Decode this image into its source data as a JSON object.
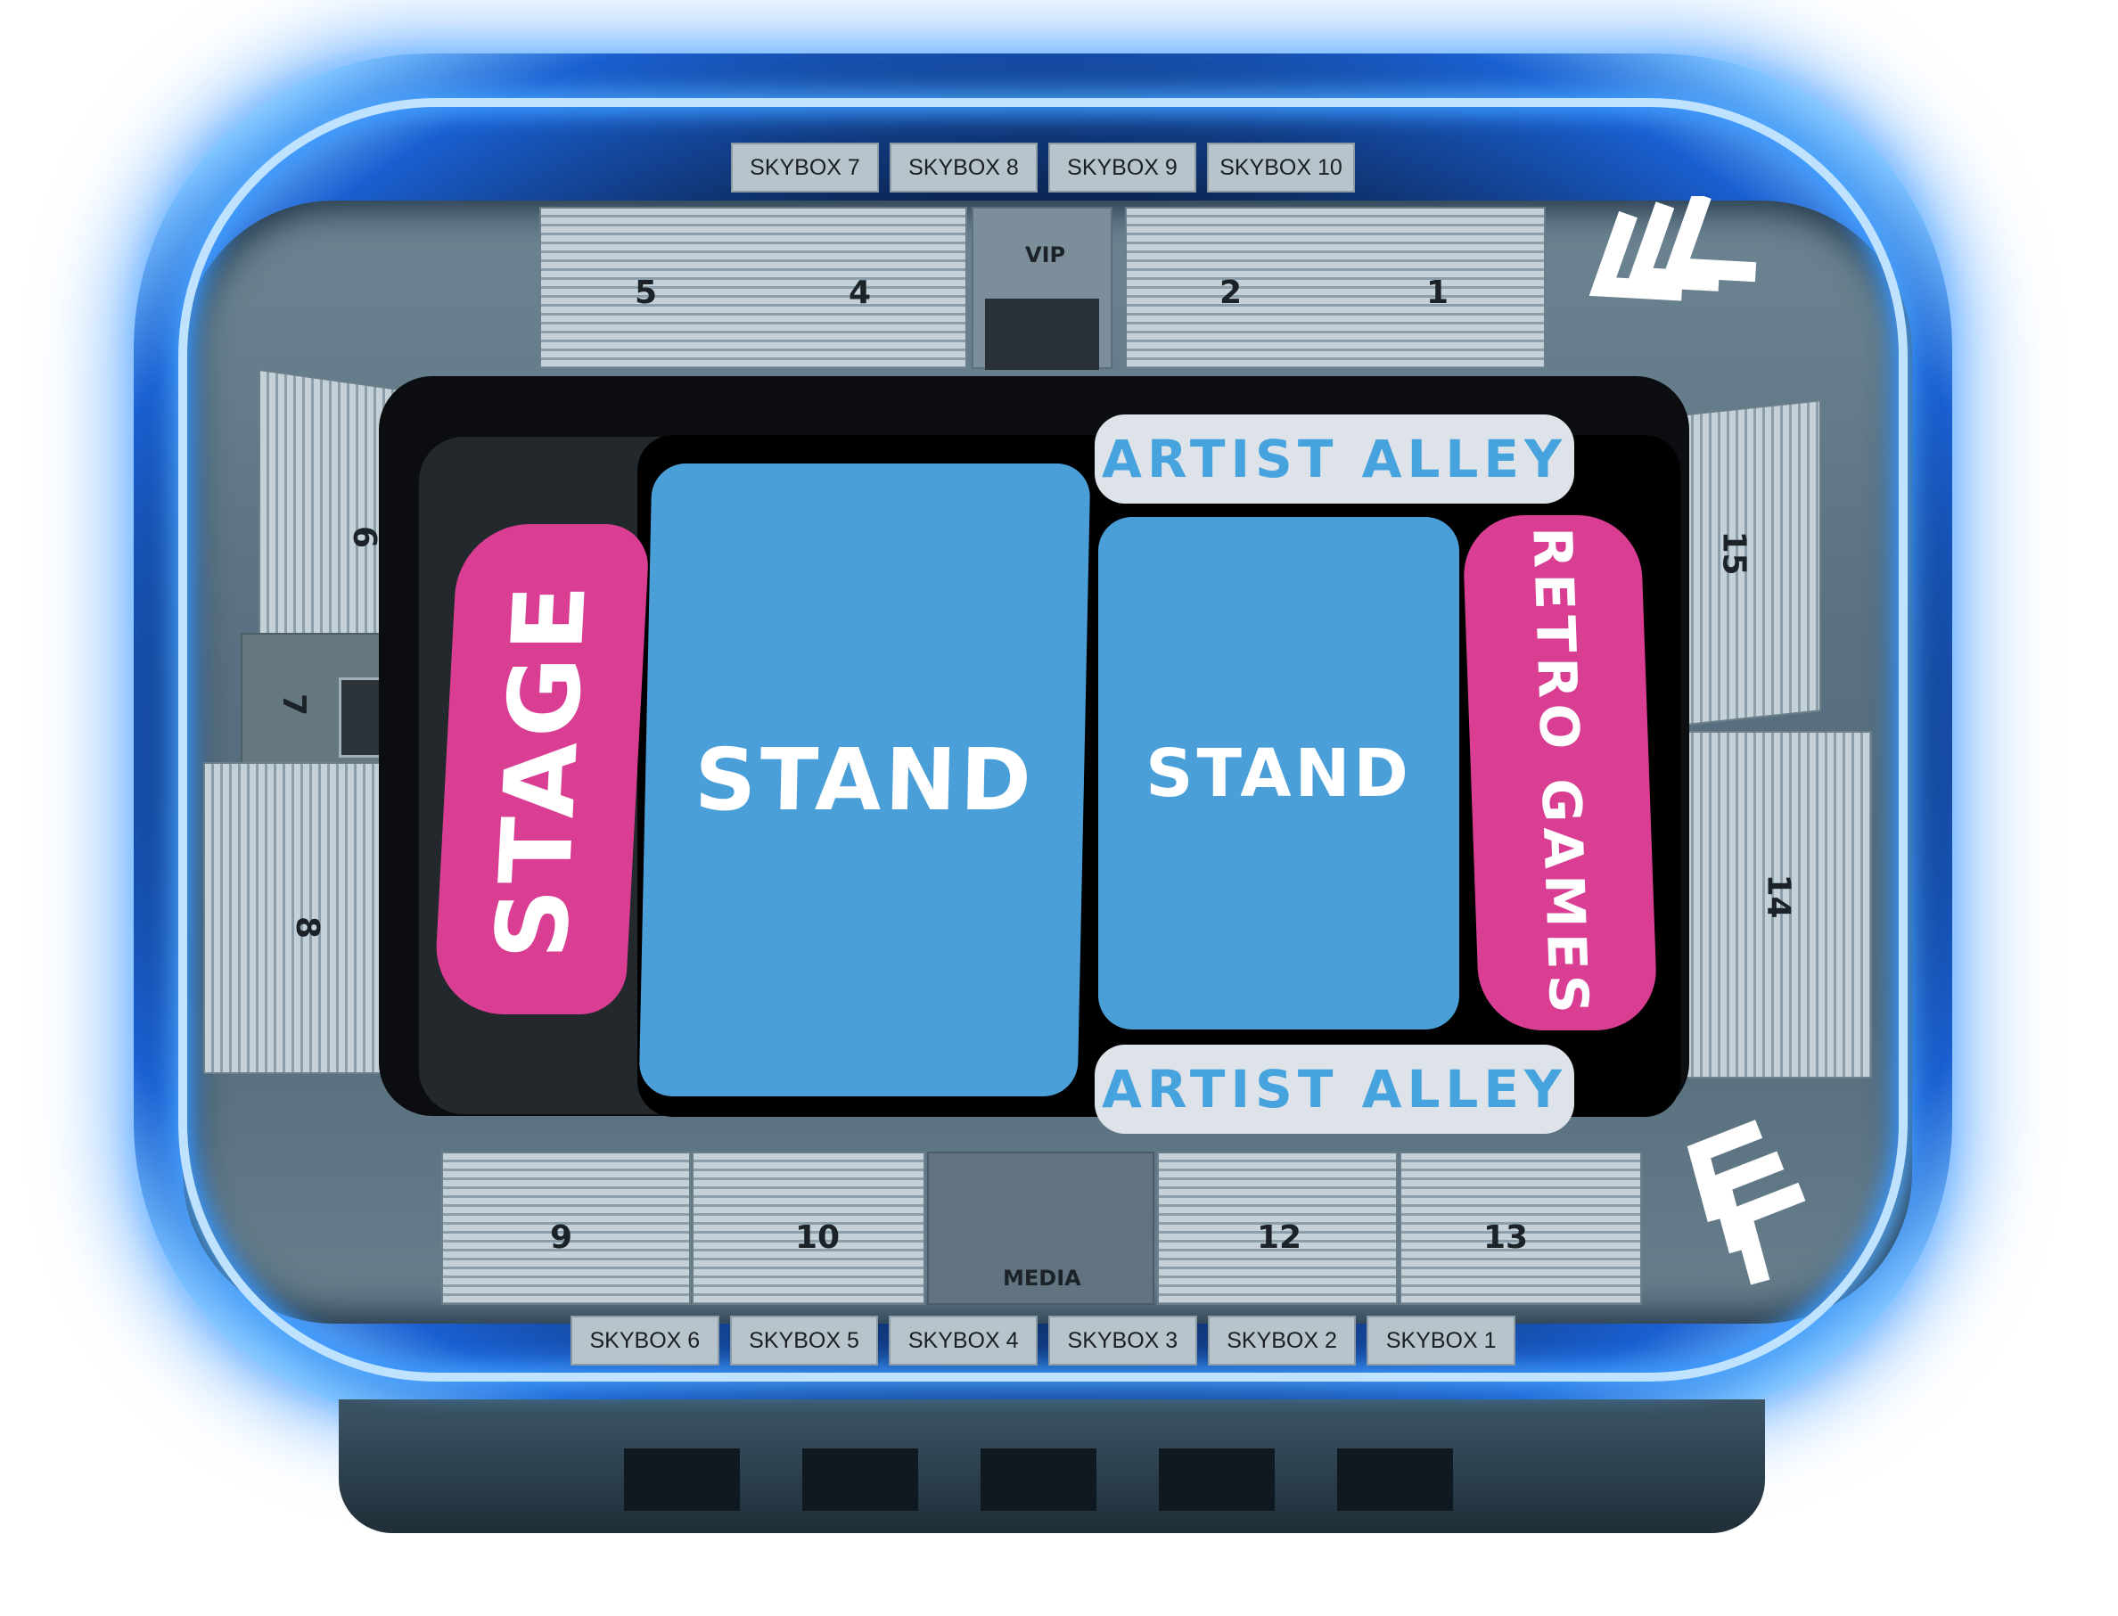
{
  "skyboxes_top": [
    "SKYBOX 7",
    "SKYBOX 8",
    "SKYBOX 9",
    "SKYBOX 10"
  ],
  "skyboxes_bottom": [
    "SKYBOX 6",
    "SKYBOX 5",
    "SKYBOX 4",
    "SKYBOX 3",
    "SKYBOX 2",
    "SKYBOX 1"
  ],
  "sections": {
    "s1": "1",
    "s2": "2",
    "s4": "4",
    "s5": "5",
    "s6": "6",
    "s7": "7",
    "s8": "8",
    "s9": "9",
    "s10": "10",
    "s12": "12",
    "s13": "13",
    "s14": "14",
    "s15": "15"
  },
  "vip_label": "VIP",
  "media_label": "MEDIA",
  "floor": {
    "stage": "STAGE",
    "stand_left": "STAND",
    "stand_right": "STAND",
    "artist_alley_top": "ARTIST ALLEY",
    "artist_alley_bottom": "ARTIST ALLEY",
    "retro_games": "RETRO GAMES"
  },
  "colors": {
    "stand": "#4a9fd8",
    "highlight": "#d93e93",
    "alley_text": "#46a3de",
    "glow": "#3d9bff"
  },
  "icons": [
    "entrance-chevrons-icon",
    "entrance-chevrons-icon"
  ]
}
